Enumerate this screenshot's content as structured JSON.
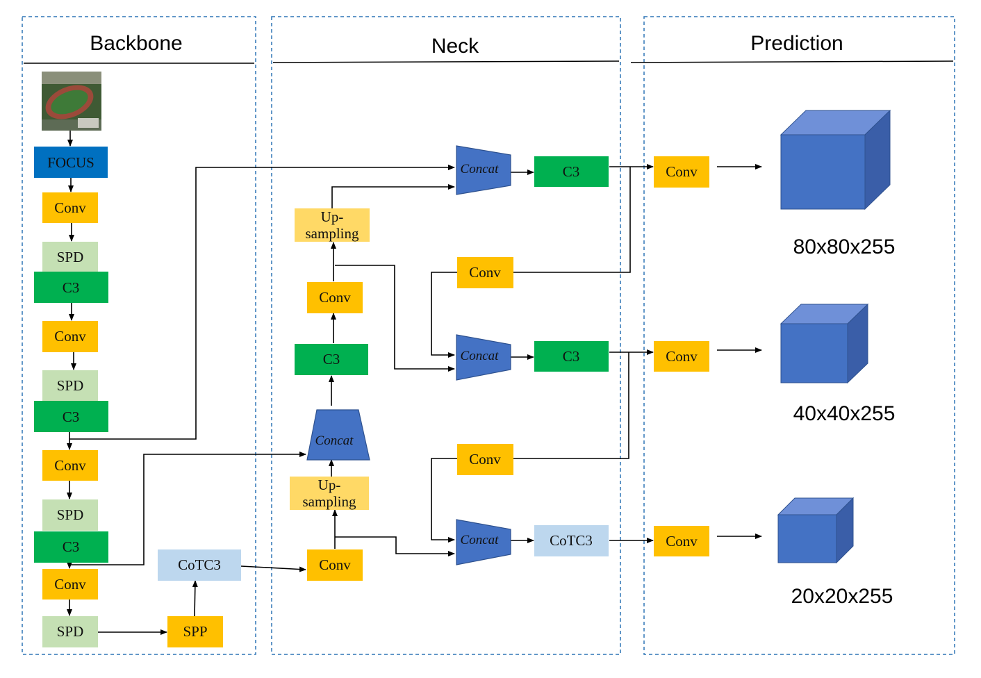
{
  "sections": {
    "backbone": "Backbone",
    "neck": "Neck",
    "prediction": "Prediction"
  },
  "backbone": {
    "focus": "FOCUS",
    "conv1": "Conv",
    "spd1": "SPD",
    "c3_1": "C3",
    "conv2": "Conv",
    "spd2": "SPD",
    "c3_2": "C3",
    "conv3": "Conv",
    "spd3": "SPD",
    "c3_3": "C3",
    "conv4": "Conv",
    "spd4": "SPD",
    "spp": "SPP",
    "cotc3": "CoTC3"
  },
  "neck": {
    "conv_bottom": "Conv",
    "upsampling_low_1": "Up-",
    "upsampling_low_2": "sampling",
    "concat_center": "Concat",
    "c3_center": "C3",
    "conv_center": "Conv",
    "upsampling_top_1": "Up-",
    "upsampling_top_2": "sampling",
    "concat_top": "Concat",
    "c3_top": "C3",
    "conv_right_upper": "Conv",
    "concat_mid": "Concat",
    "c3_mid": "C3",
    "conv_right_lower": "Conv",
    "concat_bottom": "Concat",
    "cotc3_bottom": "CoTC3"
  },
  "prediction": {
    "conv_top": "Conv",
    "conv_mid": "Conv",
    "conv_bottom": "Conv",
    "out_large": "80x80x255",
    "out_medium": "40x40x255",
    "out_small": "20x20x255"
  },
  "colors": {
    "panel_border": "#2E75B6",
    "conv": "#FFC000",
    "upsampling": "#FFD966",
    "spd": "#C5E0B4",
    "c3": "#00B050",
    "focus": "#0070C0",
    "cotc3": "#BDD7EE",
    "concat": "#4472C4",
    "cube_front": "#4472C4",
    "cube_top": "#6F90D8",
    "cube_side": "#3A5EA8"
  },
  "icons": {
    "input_image": "aerial-stadium-thumbnail"
  }
}
